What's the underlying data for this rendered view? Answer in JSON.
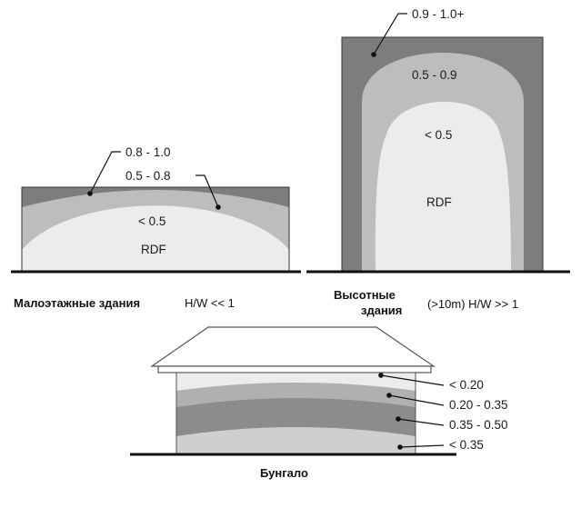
{
  "low_rise": {
    "zones": {
      "outer": "0.8 - 1.0",
      "middle": "0.5 - 0.8",
      "inner": "< 0.5"
    },
    "rdf": "RDF",
    "caption": "Малоэтажные здания",
    "ratio": "H/W << 1"
  },
  "high_rise": {
    "zones": {
      "outer": "0.9 - 1.0+",
      "middle": "0.5 - 0.9",
      "inner": "< 0.5"
    },
    "rdf": "RDF",
    "caption_line1": "Высотные",
    "caption_line2": "здания",
    "ratio": "(>10m) H/W >> 1"
  },
  "bungalow": {
    "zones": [
      "< 0.20",
      "0.20 - 0.35",
      "0.35 - 0.50",
      "< 0.35"
    ],
    "caption": "Бунгало"
  },
  "colors": {
    "dark": "#7d7d7d",
    "mid": "#bdbdbd",
    "light": "#ececec",
    "ground": "#111111"
  }
}
